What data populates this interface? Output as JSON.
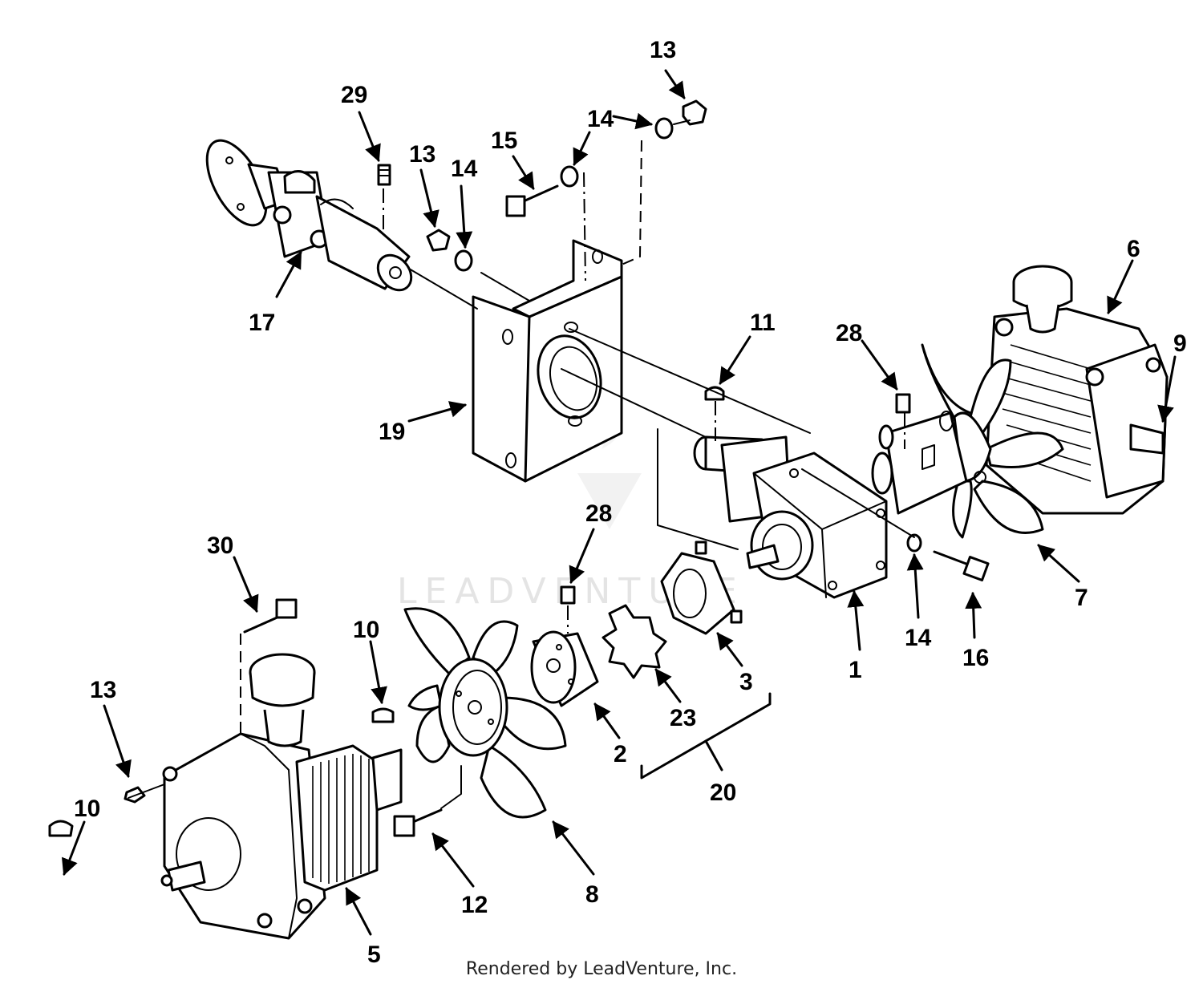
{
  "watermark": {
    "text": "LEADVENTURE"
  },
  "credit": "Rendered by LeadVenture, Inc.",
  "callouts": {
    "c1": "1",
    "c2": "2",
    "c3": "3",
    "c5": "5",
    "c6": "6",
    "c7": "7",
    "c8": "8",
    "c9": "9",
    "c10a": "10",
    "c10b": "10",
    "c11": "11",
    "c12": "12",
    "c13a": "13",
    "c13b": "13",
    "c13c": "13",
    "c14a": "14",
    "c14b": "14",
    "c14c": "14",
    "c15": "15",
    "c16": "16",
    "c17": "17",
    "c19": "19",
    "c20": "20",
    "c23": "23",
    "c28a": "28",
    "c28b": "28",
    "c29": "29",
    "c30": "30"
  }
}
